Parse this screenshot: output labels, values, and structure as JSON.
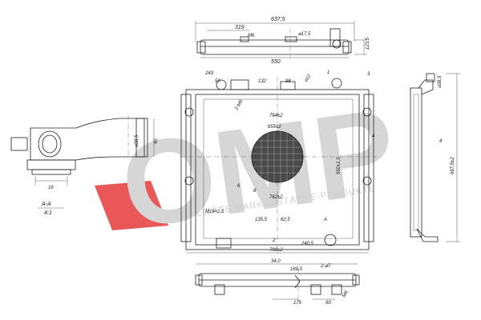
{
  "watermark": {
    "brand": "OMP",
    "slogan": "QUALITÄTS-MARKENSTÄRKE-PRODUKTE",
    "brand_red": "#e5393b",
    "brand_gray": "#d6d6d6"
  },
  "section": {
    "label": "A-A",
    "scale": "4:1",
    "dim_40": "40",
    "dim_38_5": "⌀38,5",
    "dim_16": "16"
  },
  "top_view": {
    "width_overall": "637,5",
    "width_550": "550",
    "dim_319": "319",
    "dim_bolt": "M6",
    "dim_17_5": "⌀17,5",
    "dim_123_5": "123,5"
  },
  "front_view": {
    "dim_243": "243",
    "dim_50": "50",
    "dim_132": "132",
    "dim_98": "98",
    "dim_12": "⌀12",
    "dim_2_m6": "2-M6",
    "dim_764": "764±2",
    "dim_655": "655±2",
    "dim_550": "550±1,5",
    "dim_8": "8",
    "dim_762": "762±2",
    "dim_m16": "M16×1,5",
    "dim_135_5": "135,5",
    "dim_62_5": "62,5",
    "dim_A": "A",
    "dim_240_5": "240,5",
    "dim_798": "798±2",
    "callout_1": "1",
    "callout_2": "2",
    "callout_3": "3",
    "callout_4": "4",
    "callout_6": "6"
  },
  "side_view": {
    "dim_38_5": "⌀38,5",
    "dim_667": "667,5±2",
    "callout_4": "4"
  },
  "bottom_view": {
    "dim_340": "34,0",
    "dim_169_5": "169,5",
    "dim_2_7": "2-⌀7",
    "dim_175": "175",
    "dim_90": "90",
    "dim_m6": "M6"
  }
}
